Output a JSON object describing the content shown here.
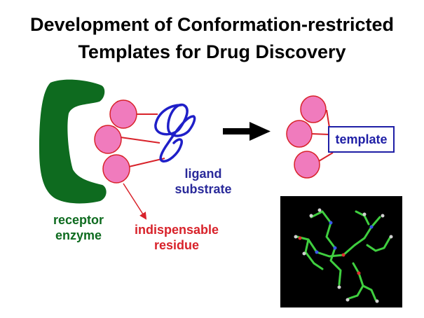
{
  "title": {
    "line1": "Development of Conformation-restricted",
    "line2": "Templates for Drug Discovery"
  },
  "labels": {
    "receptor_line1": "receptor",
    "receptor_line2": "enzyme",
    "ligand_line1": "ligand",
    "ligand_line2": "substrate",
    "residue_line1": "indispensable",
    "residue_line2": "residue",
    "template": "template"
  },
  "colors": {
    "receptor_green": "#0e6b1f",
    "residue_pink": "#f07bbd",
    "residue_outline": "#d8222a",
    "ligand_blue": "#1f1fc8",
    "template_blue": "#1f1fa6",
    "arrow_black": "#000000",
    "molecule_background": "#000000",
    "molecule_green": "#3fcf3f"
  },
  "icons": {
    "receptor": "receptor-c-shape",
    "ligand": "ligand-scribble",
    "arrow": "right-arrow",
    "molecule": "molecular-model-3d"
  }
}
